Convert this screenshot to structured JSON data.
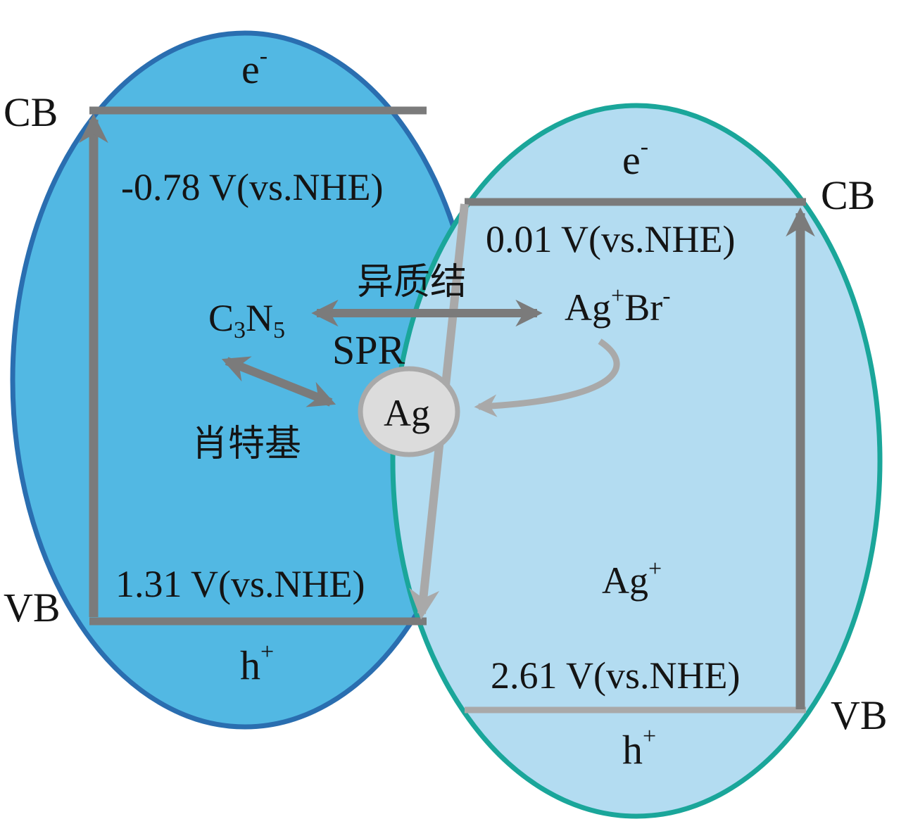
{
  "colors": {
    "left_fill": "#52b8e3",
    "left_stroke": "#2a6eb0",
    "right_fill": "#b3dcf1",
    "right_stroke": "#1aa69a",
    "dark_gray": "#7b7b7b",
    "light_gray": "#a9a9a9",
    "ag_fill": "#dcdcdc"
  },
  "left": {
    "electron": "e",
    "electron_sup": "-",
    "cb_label": "CB",
    "vb_label": "VB",
    "cb_potential": "-0.78 V(vs.NHE)",
    "vb_potential": "1.31 V(vs.NHE)",
    "hole": "h",
    "hole_sup": "+",
    "material_c": "C",
    "material_3": "3",
    "material_n": "N",
    "material_5": "5"
  },
  "right": {
    "electron": "e",
    "electron_sup": "-",
    "cb_label": "CB",
    "vb_label": "VB",
    "cb_potential": "0.01 V(vs.NHE)",
    "vb_potential": "2.61 V(vs.NHE)",
    "hole": "h",
    "hole_sup": "+",
    "agbr_ag": "Ag",
    "agbr_ag_sup": "+",
    "agbr_br": "Br",
    "agbr_br_sup": "-",
    "ag_ion": "Ag",
    "ag_ion_sup": "+"
  },
  "center": {
    "heterojunction": "异质结",
    "spr": "SPR",
    "schottky": "肖特基",
    "ag_particle": "Ag"
  }
}
